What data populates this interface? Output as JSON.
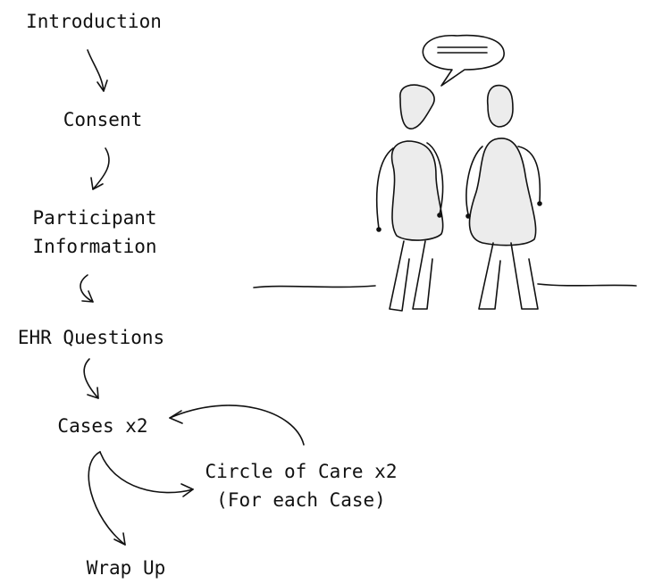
{
  "colors": {
    "ink": "#111111",
    "figure_fill": "#ececec"
  },
  "flow": {
    "introduction": "Introduction",
    "consent": "Consent",
    "participant_information_line1": "Participant",
    "participant_information_line2": "Information",
    "ehr_questions": "EHR Questions",
    "cases": "Cases x2",
    "circle_of_care_line1": "Circle of Care x2",
    "circle_of_care_line2": "(For each Case)",
    "wrap_up": "Wrap Up"
  }
}
